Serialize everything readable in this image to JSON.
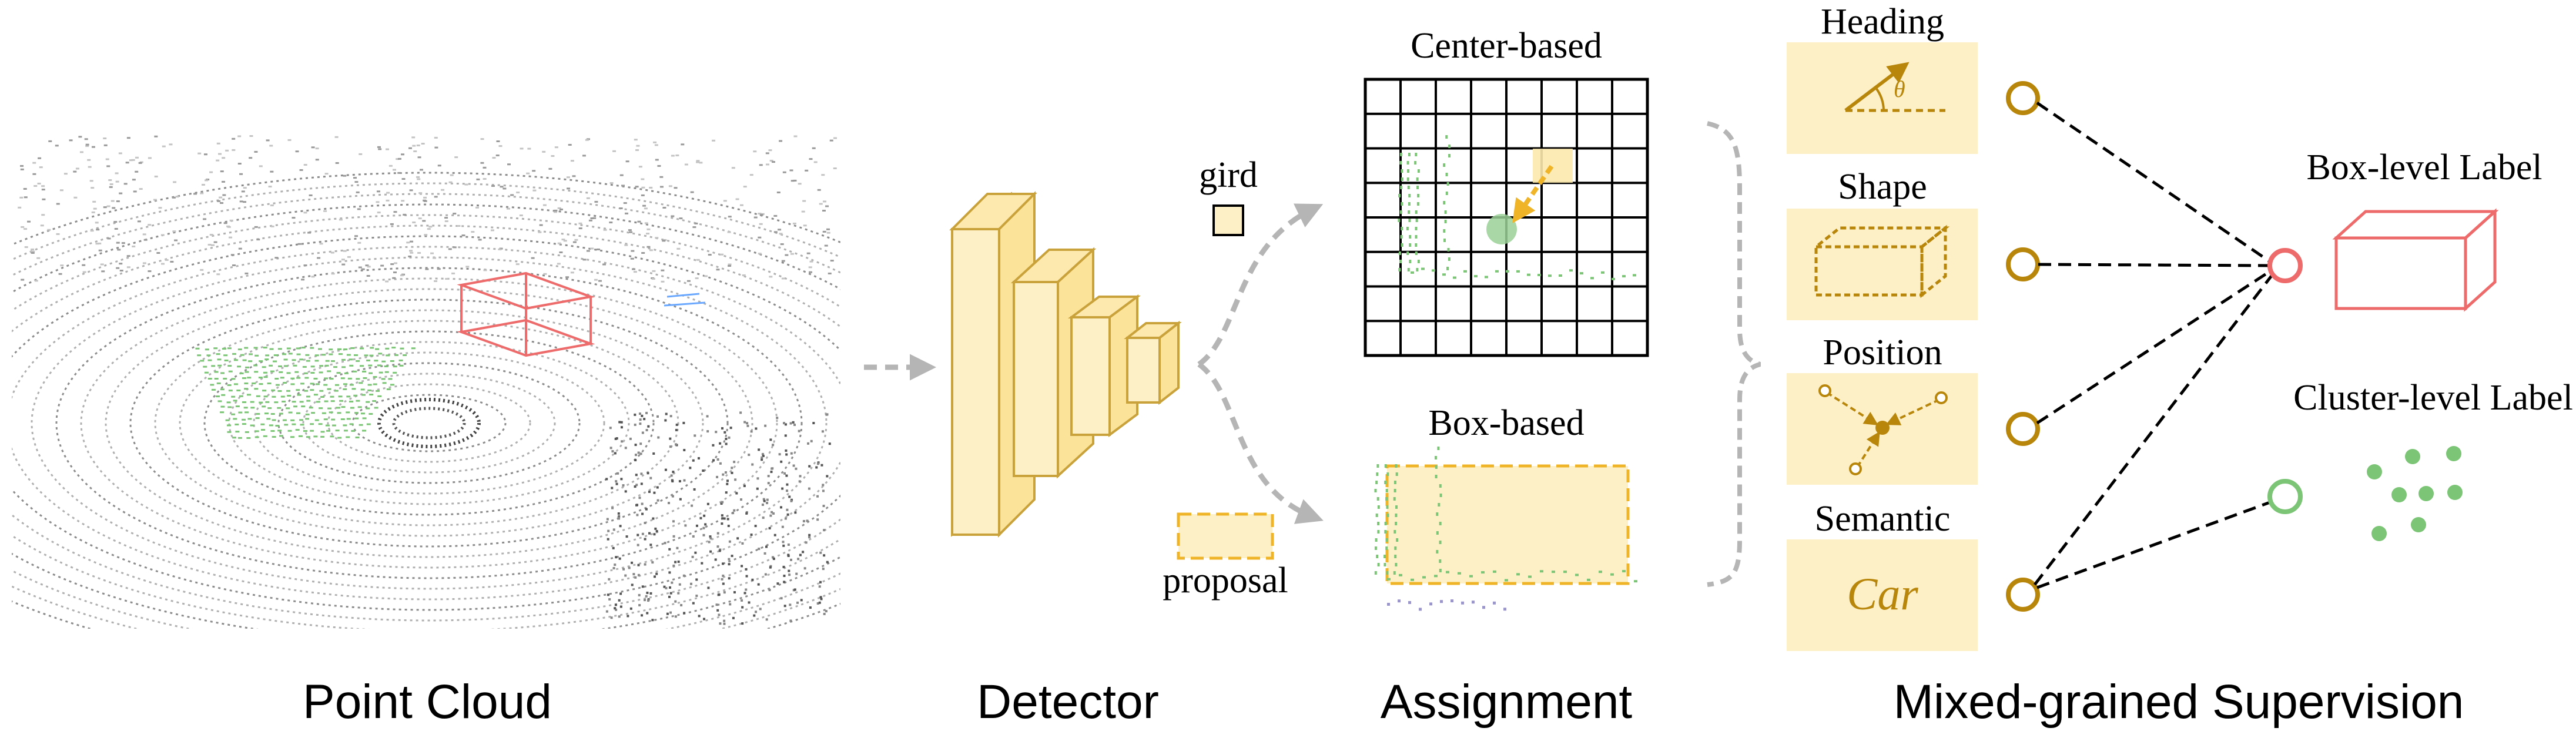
{
  "sections": {
    "point_cloud": "Point Cloud",
    "detector": "Detector",
    "assignment": "Assignment",
    "supervision": "Mixed-grained Supervision"
  },
  "detector": {
    "gird_label": "gird",
    "proposal_label": "proposal"
  },
  "assignment": {
    "center_title": "Center-based",
    "box_title": "Box-based"
  },
  "supervision": {
    "heading_title": "Heading",
    "heading_symbol": "θ",
    "shape_title": "Shape",
    "position_title": "Position",
    "semantic_title": "Semantic",
    "semantic_text": "Car",
    "box_level_label": "Box-level Label",
    "cluster_level_label": "Cluster-level Label"
  },
  "colors": {
    "yellow_fill": "#fdf0c6",
    "yellow_stroke": "#c9a23b",
    "gold": "#b8860b",
    "red": "#ee6b6b",
    "green": "#7cc576",
    "gray_arrow": "#b5b5b5"
  }
}
